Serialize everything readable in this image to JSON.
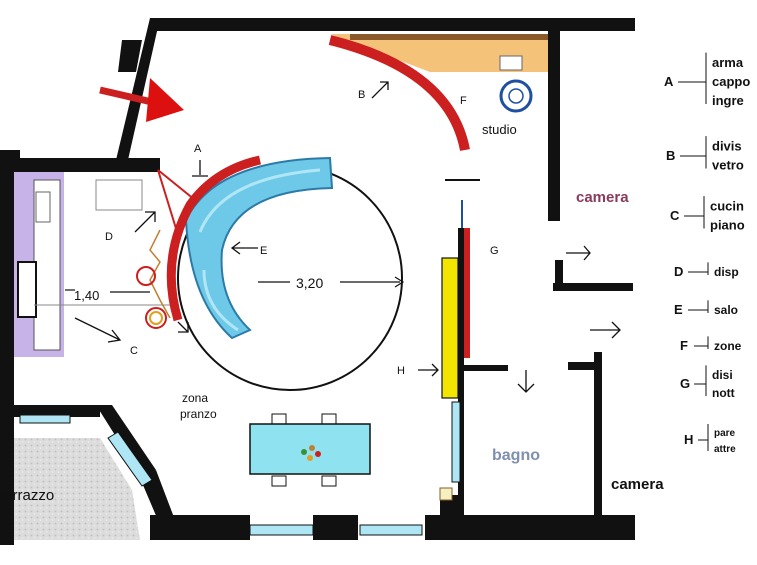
{
  "rooms": {
    "studio": "studio",
    "camera_right": "camera",
    "camera_bottom": "camera",
    "bagno": "bagno",
    "terrazzo": "terrazzo",
    "zona_pranzo_1": "zona",
    "zona_pranzo_2": "pranzo"
  },
  "dimensions": {
    "diameter": "3,20",
    "kitchen_width": "1,40"
  },
  "markers": {
    "A": "A",
    "B": "B",
    "C": "C",
    "D": "D",
    "E": "E",
    "F": "F",
    "G": "G",
    "H": "H"
  },
  "legend": [
    {
      "key": "A",
      "lines": [
        "arma",
        "cappo",
        "ingre"
      ]
    },
    {
      "key": "B",
      "lines": [
        "divis",
        "vetro"
      ]
    },
    {
      "key": "C",
      "lines": [
        "cucin",
        "piano"
      ]
    },
    {
      "key": "D",
      "lines": [
        "disp"
      ]
    },
    {
      "key": "E",
      "lines": [
        "salo"
      ]
    },
    {
      "key": "F",
      "lines": [
        "zone"
      ]
    },
    {
      "key": "G",
      "lines": [
        "disi",
        "nott"
      ]
    },
    {
      "key": "H",
      "lines": [
        "pare",
        "attre"
      ]
    }
  ],
  "colors": {
    "wall": "#111111",
    "accent_red": "#cc1f1f",
    "kitchen_purple": "#c7b3e8",
    "studio_orange": "#f5c27a",
    "sofa_blue": "#6ec9e8",
    "table_blue": "#8fe3f0",
    "partition_yellow": "#f2e600",
    "text_camera": "#8a3a5a",
    "text_bagno": "#7f8fb0"
  }
}
